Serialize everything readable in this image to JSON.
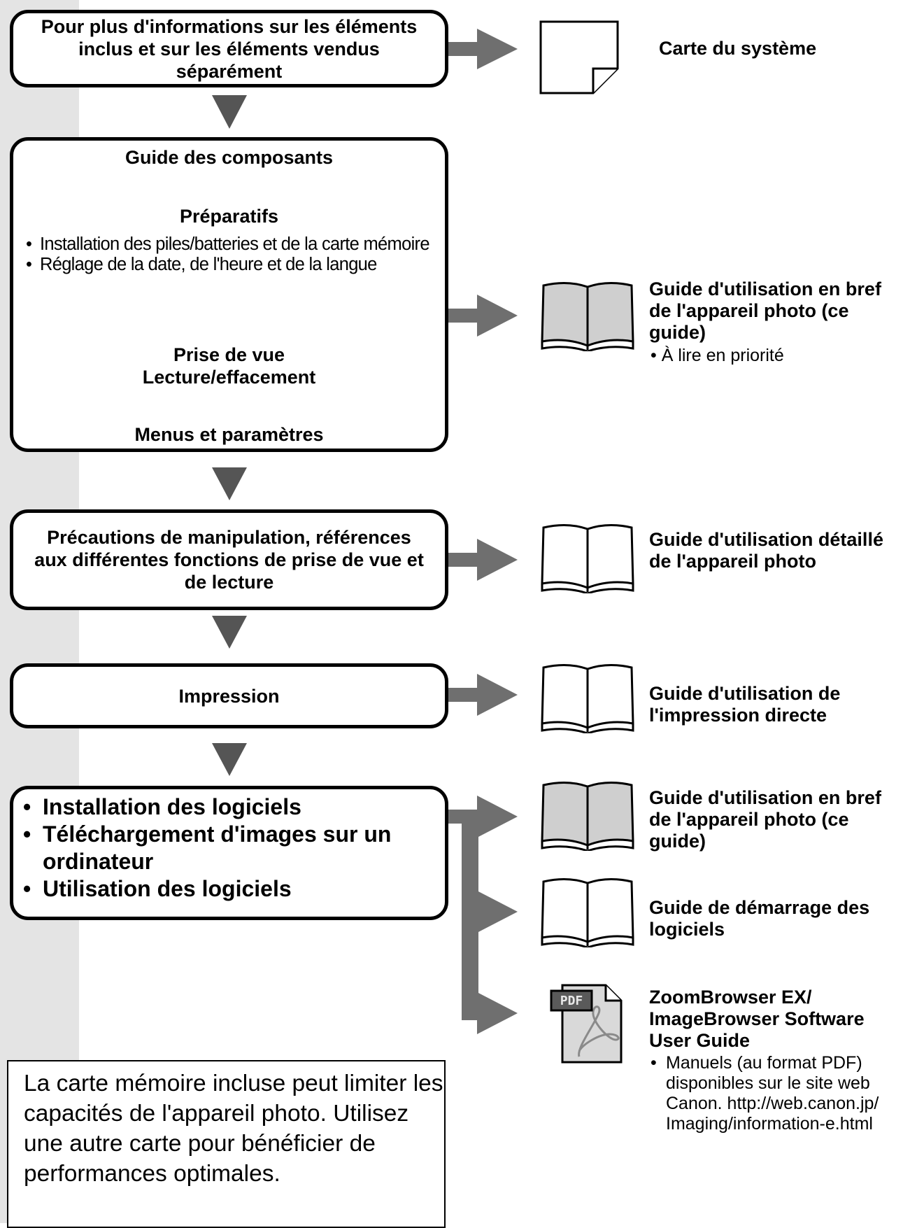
{
  "box1": {
    "text": "Pour plus d'informations sur les éléments inclus et sur les éléments vendus séparément"
  },
  "box2": {
    "heading1": "Guide des composants",
    "heading2": "Préparatifs",
    "bullets": [
      "Installation des piles/batteries et de la carte mémoire",
      "Réglage de la date, de l'heure et de la langue"
    ],
    "heading3_line1": "Prise de vue",
    "heading3_line2": "Lecture/effacement",
    "heading4": "Menus et paramètres"
  },
  "box3": {
    "text": "Précautions de manipulation, références aux différentes fonctions de prise de vue et de lecture"
  },
  "box4": {
    "text": "Impression"
  },
  "box5": {
    "items": [
      "Installation des logiciels",
      "Téléchargement d'images sur un ordinateur",
      "Utilisation des logiciels"
    ]
  },
  "right": {
    "system_map": "Carte du système",
    "quick_guide": "Guide d'utilisation en bref de l'appareil photo (ce guide)",
    "quick_guide_note": "• À lire en priorité",
    "advanced_guide": "Guide d'utilisation détaillé de l'appareil photo",
    "direct_print": "Guide d'utilisation de l'impression directe",
    "quick_guide_2": "Guide d'utilisation en bref de l'appareil photo (ce guide)",
    "software_starter": "Guide de démarrage des logiciels",
    "zoombrowser": "ZoomBrowser EX/ ImageBrowser Software User Guide",
    "zoombrowser_note": "Manuels (au format PDF) disponibles sur le site web Canon. http://web.canon.jp/ Imaging/information-e.html",
    "pdf_label": "PDF"
  },
  "note": {
    "text": "La carte mémoire incluse peut limiter les capacités de l'appareil photo. Utilisez une autre carte pour bénéficier de performances optimales."
  },
  "colors": {
    "arrow": "#6f6f6f",
    "side_strip": "#e4e4e4",
    "book_gray": "#cfcfcf"
  }
}
